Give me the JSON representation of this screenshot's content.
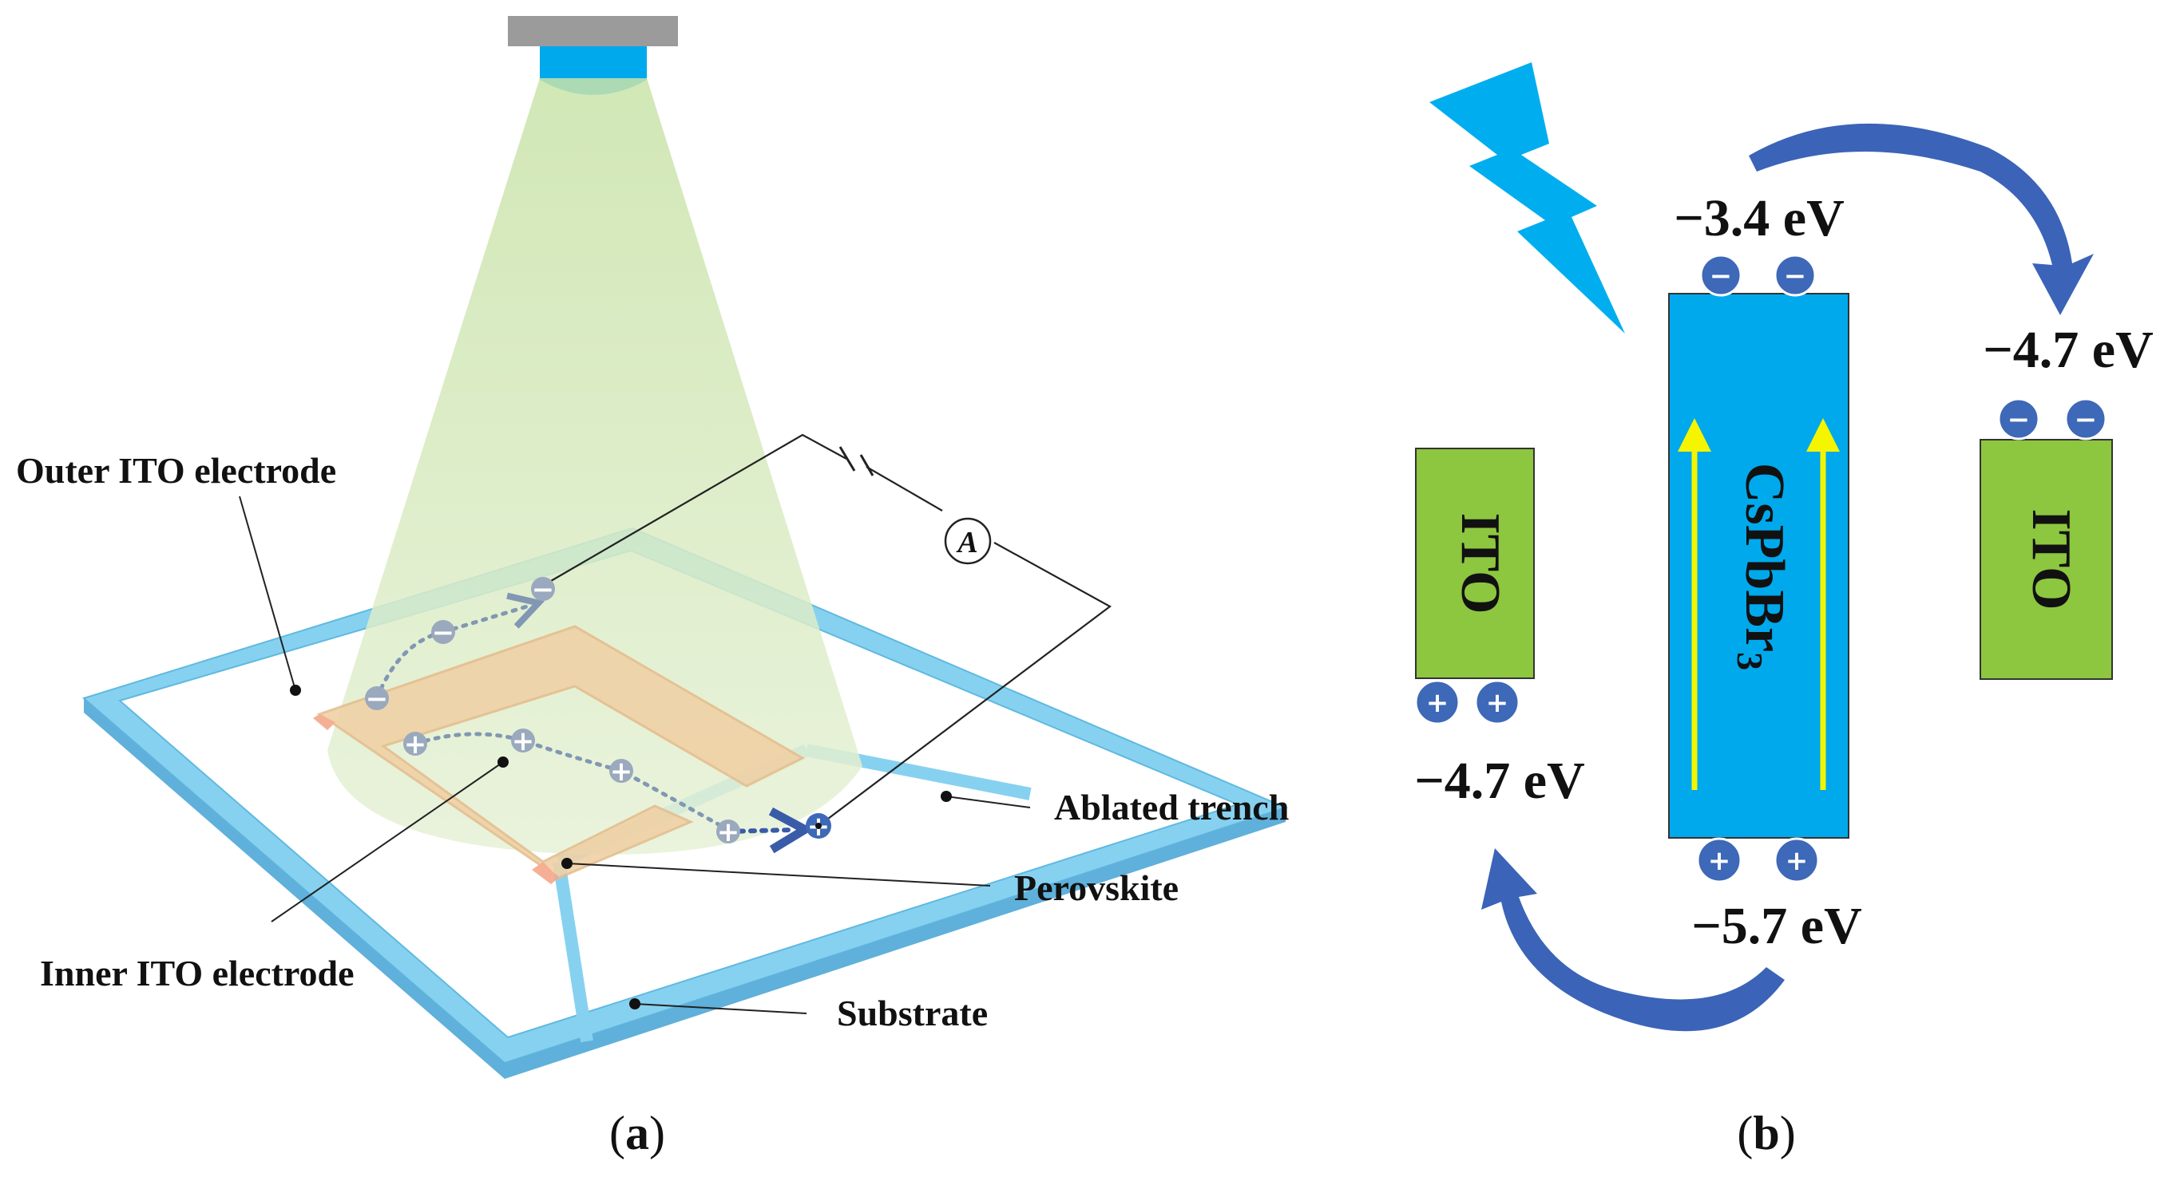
{
  "panel_a": {
    "caption_open": "(",
    "caption_letter": "a",
    "caption_close": ")",
    "labels": {
      "outer_electrode": "Outer ITO electrode",
      "ablated_trench": "Ablated trench",
      "perovskite": "Perovskite",
      "inner_electrode": "Inner ITO electrode",
      "substrate": "Substrate"
    },
    "ammeter_symbol": "A"
  },
  "panel_b": {
    "caption_open": "(",
    "caption_letter": "b",
    "caption_close": ")",
    "left_box_label": "ITO",
    "right_box_label": "ITO",
    "center_box_label": "CsPbBr",
    "center_box_subscript": "3",
    "energy_levels": {
      "conduction_band": "−3.4 eV",
      "valence_band": "−5.7 eV",
      "left_ito": "−4.7 eV",
      "right_ito": "−4.7 eV"
    }
  },
  "signs": {
    "minus": "−",
    "plus": "+"
  },
  "colors": {
    "ito_green": "#8DC63F",
    "perovskite_blue": "#00A9EC",
    "lightning": "#00AEEF",
    "arrow_blue": "#3B63B8",
    "charge_blue": "#3E68B8",
    "band_arrow_yellow": "#F5F500",
    "light_cone": "#D8EBC2",
    "substrate_edge": "#7DCCEC"
  }
}
